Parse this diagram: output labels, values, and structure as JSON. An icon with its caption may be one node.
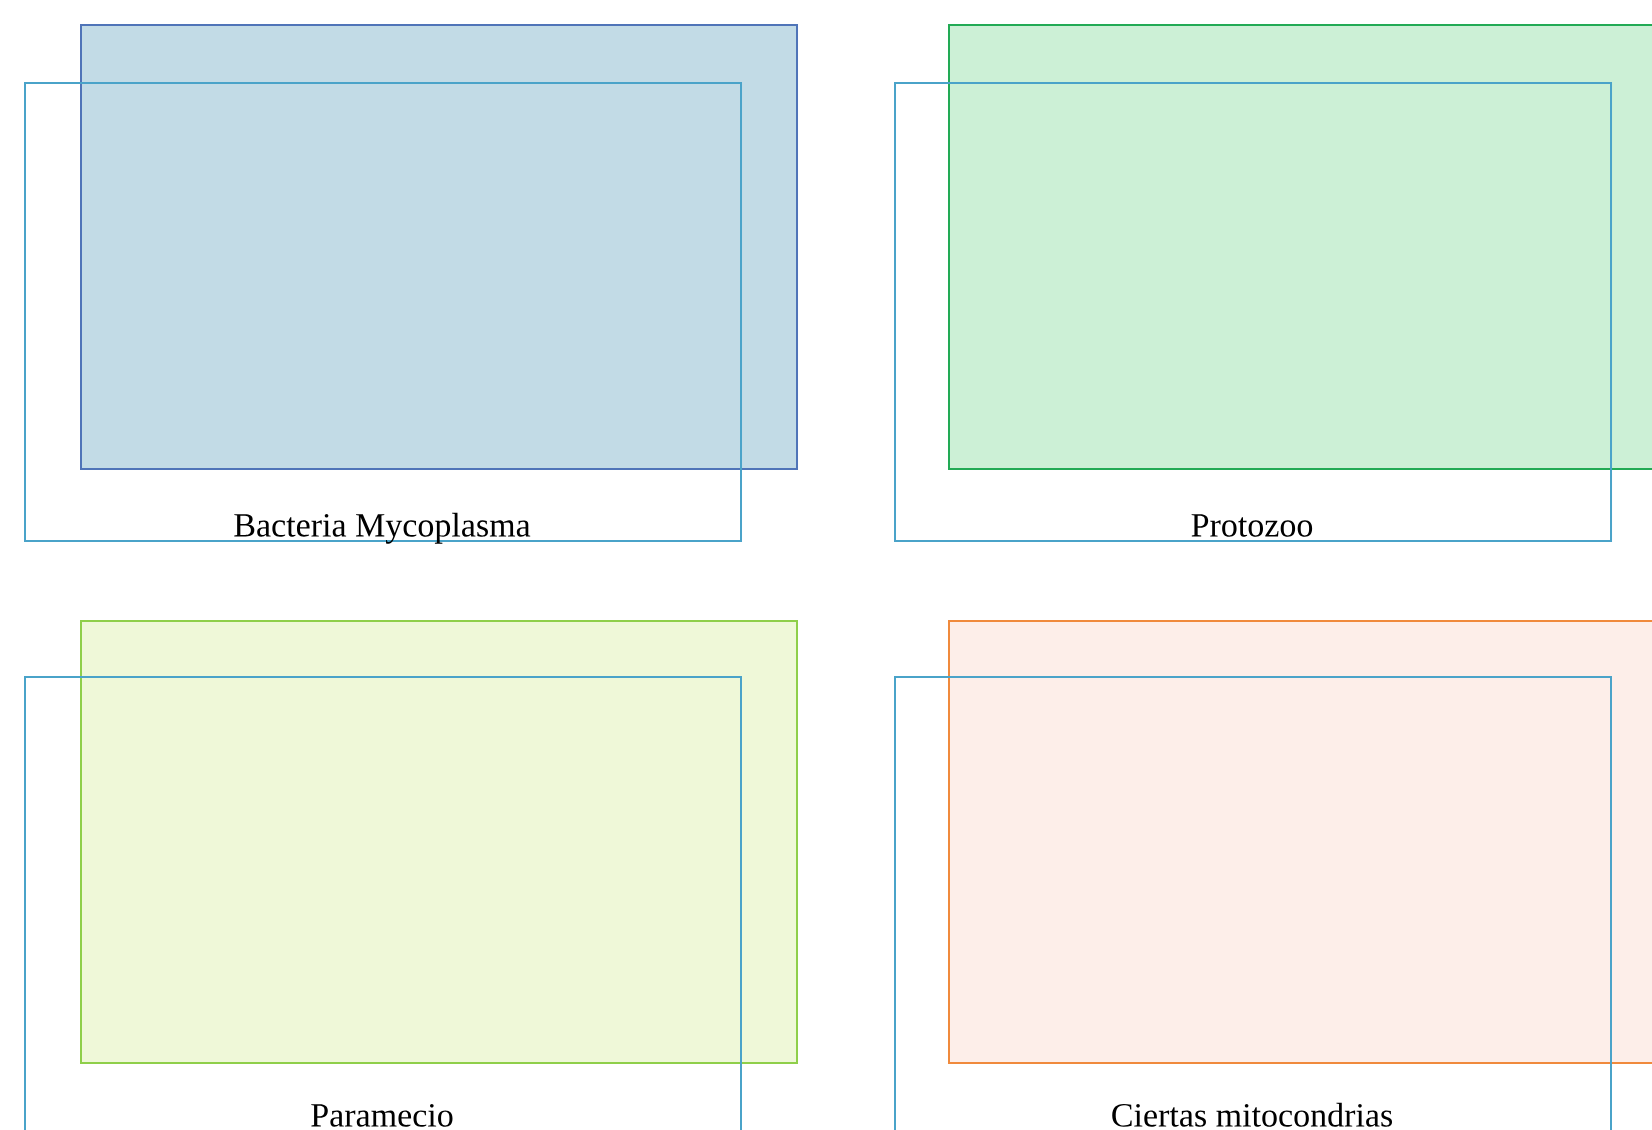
{
  "diagram": {
    "nodes": [
      {
        "text": [],
        "shape": "box"
      },
      {
        "text": [
          "Bacteria Mycoplasma"
        ]
      },
      {
        "text": [],
        "shape": "box"
      },
      {
        "text": [
          "Protozoo"
        ]
      },
      {
        "text": [],
        "shape": "box"
      },
      {
        "text": [
          "Paramecio"
        ]
      },
      {
        "text": [],
        "shape": "box"
      },
      {
        "text": [
          "Ciertas mitocondrias"
        ]
      }
    ]
  }
}
